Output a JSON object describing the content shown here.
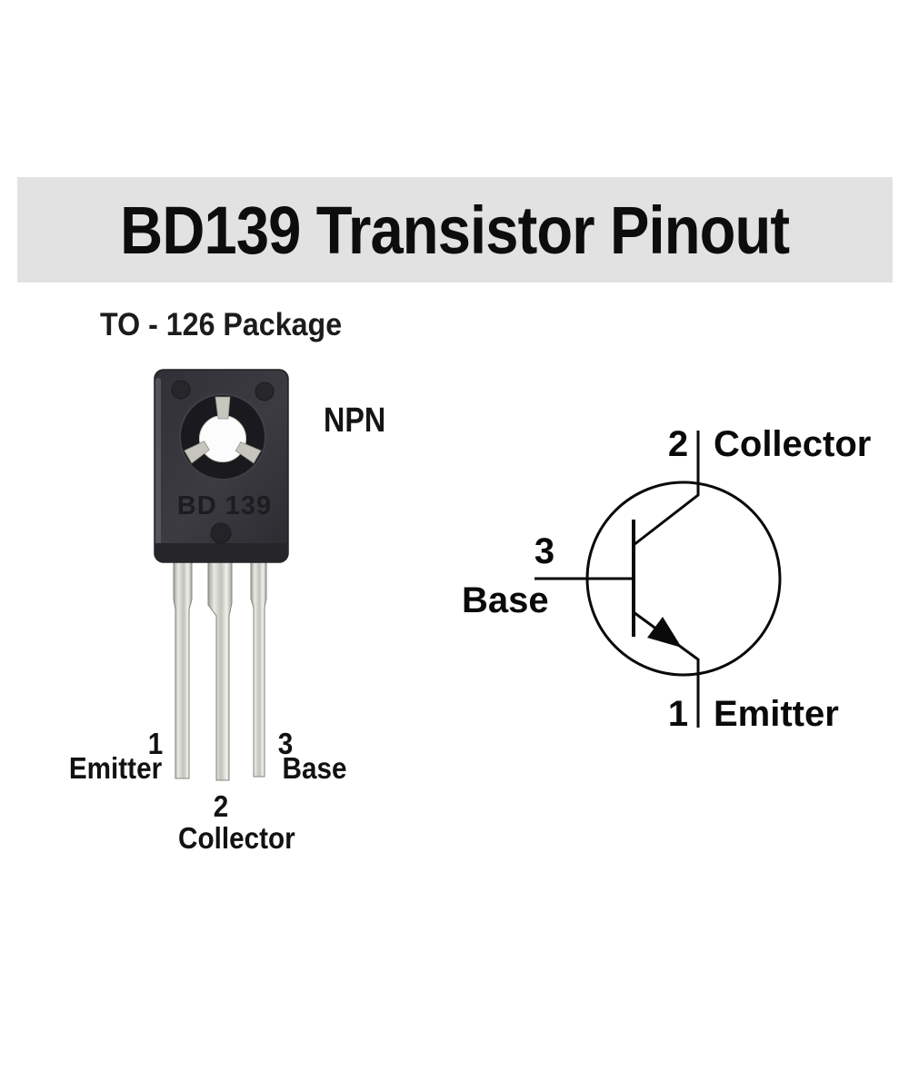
{
  "banner": {
    "title": "BD139 Transistor Pinout",
    "background": "#e2e2e2",
    "text_color": "#0d0d0d"
  },
  "package": {
    "label": "TO - 126 Package",
    "type_label": "NPN",
    "chip_marking": "BD 139"
  },
  "photo_pins": [
    {
      "number": "1",
      "name": "Emitter"
    },
    {
      "number": "2",
      "name": "Collector"
    },
    {
      "number": "3",
      "name": "Base"
    }
  ],
  "symbol": {
    "pins": {
      "collector": {
        "number": "2",
        "name": "Collector"
      },
      "base": {
        "number": "3",
        "name": "Base"
      },
      "emitter": {
        "number": "1",
        "name": "Emitter"
      }
    }
  },
  "colors": {
    "page_background": "#ffffff",
    "banner_background": "#e2e2e2",
    "ink": "#111111",
    "package_body": "#35353b",
    "lead_silver": "#c9c9c2",
    "symbol_stroke": "#0a0a0a"
  }
}
